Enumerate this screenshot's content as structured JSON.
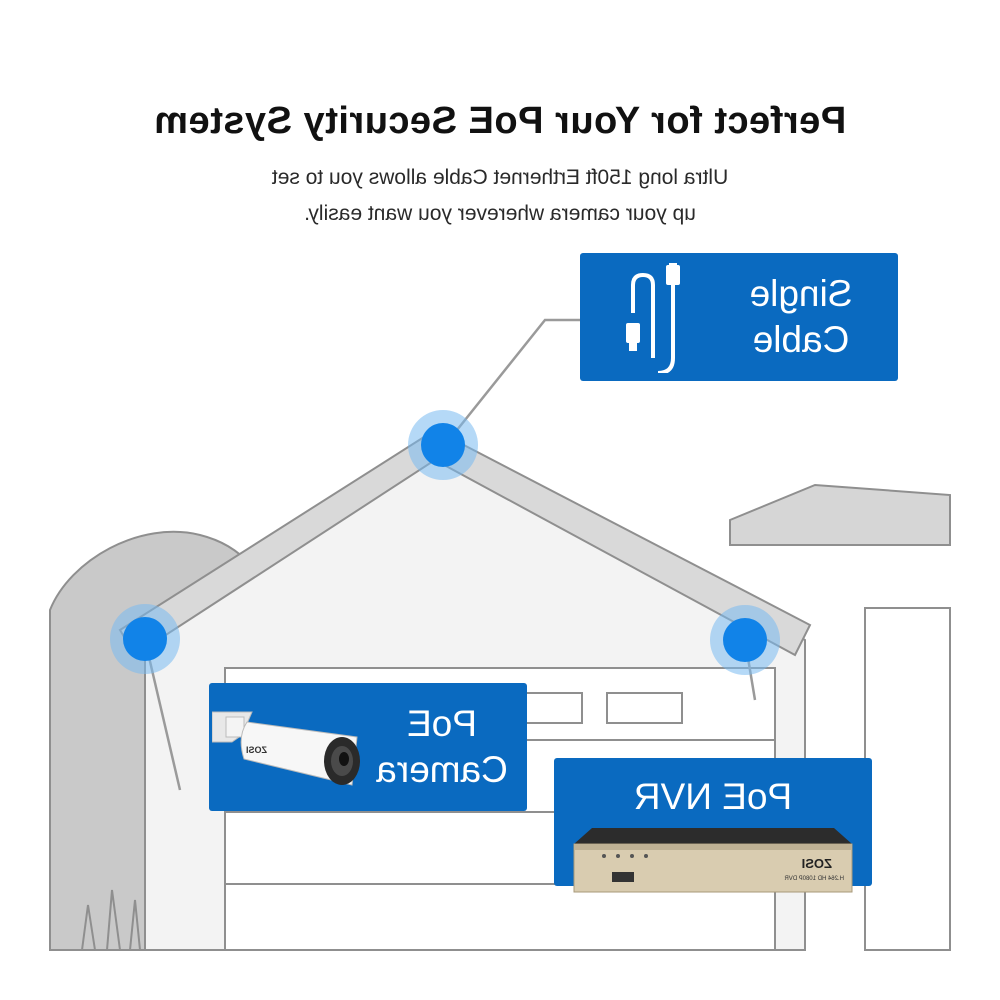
{
  "header": {
    "title": "Perfect for Your PoE Security System",
    "subtitle_line1": "Ultra long 150ft Erthernet Cable allows you to set",
    "subtitle_line2": "up your camera wherever you want easily."
  },
  "callouts": {
    "single_cable": {
      "line1": "Single",
      "line2": "Cable",
      "icon": "ethernet-cable-icon"
    },
    "poe_camera": {
      "line1": "PoE",
      "line2": "Camera",
      "brand_label": "ZOSI"
    },
    "poe_nvr": {
      "label": "PoE NVR",
      "brand_label": "ZOSI",
      "model_label": "H.264 HD 1080P DVR"
    }
  },
  "colors": {
    "accent_blue": "#0a6ac0",
    "node_blue": "#1183e8",
    "house_gray": "#d8d8d8",
    "outline_gray": "#9a9a9a"
  }
}
